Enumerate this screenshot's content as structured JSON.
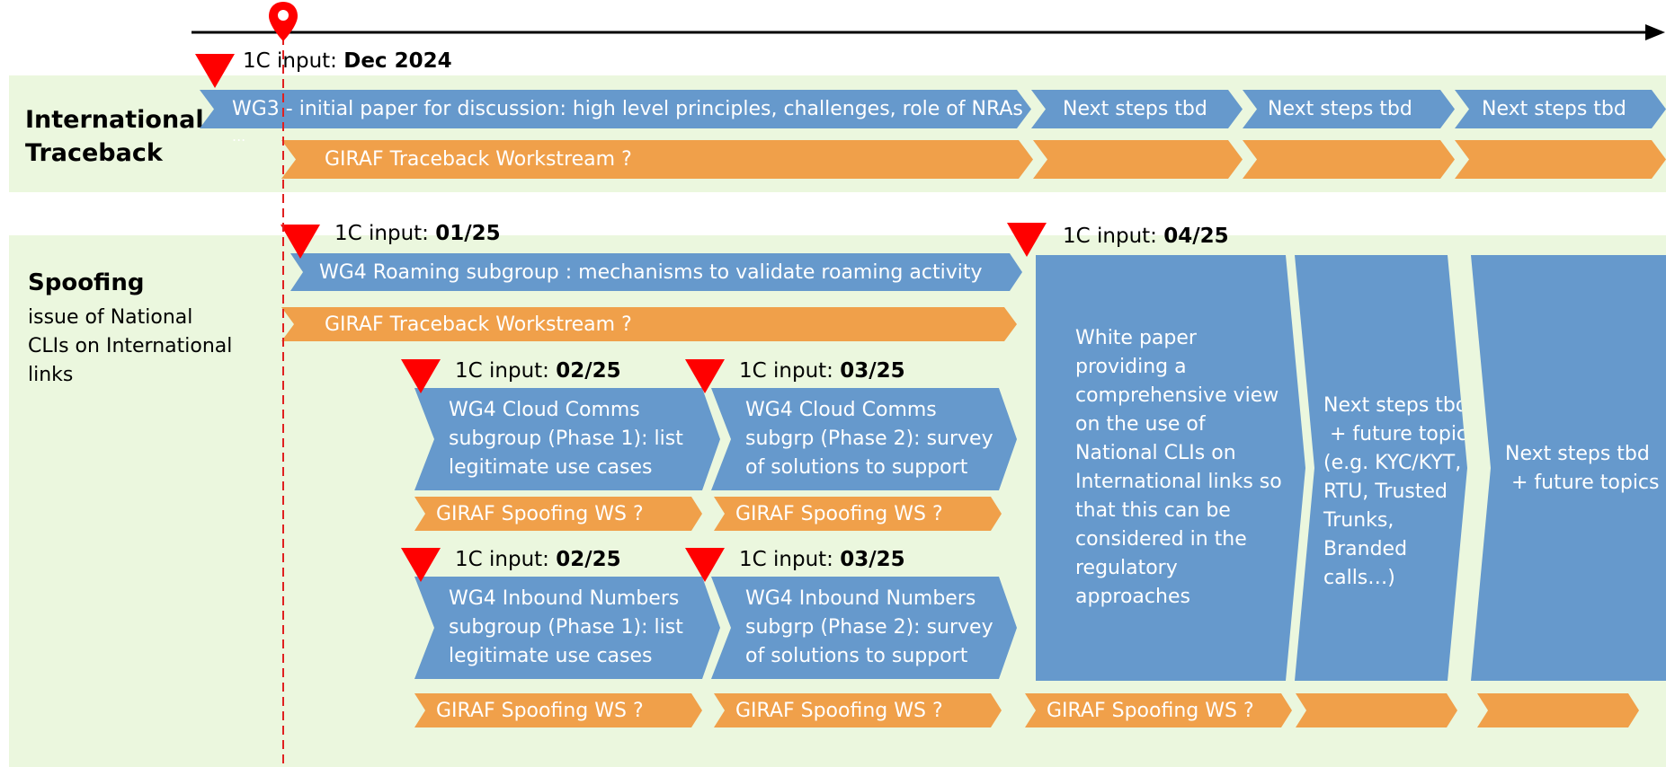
{
  "rows": {
    "traceback": {
      "title_line1": "International",
      "title_line2": "Traceback",
      "ellipsis": "..."
    },
    "spoofing": {
      "title": "Spoofing",
      "sub1": "issue of National",
      "sub2": "CLIs on International",
      "sub3": "links"
    }
  },
  "inputs": {
    "prefix": "1C input:",
    "dec2024": "Dec 2024",
    "m0125": "01/25",
    "m0425": "04/25",
    "cloud_p1": "02/25",
    "cloud_p2": "03/25",
    "inb_p1": "02/25",
    "inb_p2": "03/25"
  },
  "traceback": {
    "wg3": "WG3 - initial paper for discussion: high level principles, challenges, role of NRAs",
    "next1": "Next steps tbd",
    "next2": "Next steps tbd",
    "next3": "Next steps tbd",
    "giraf": "GIRAF Traceback Workstream ?"
  },
  "spoofing": {
    "roaming": "WG4 Roaming subgroup :  mechanisms to validate roaming activity",
    "giraf_tb": "GIRAF Traceback Workstream ?",
    "cloud1": [
      "WG4 Cloud Comms",
      "subgroup (Phase 1): list",
      "legitimate use cases"
    ],
    "cloud2": [
      "WG4 Cloud Comms",
      "subgrp (Phase 2): survey",
      "of solutions to support"
    ],
    "inb1": [
      "WG4 Inbound Numbers",
      "subgroup (Phase 1): list",
      "legitimate use cases"
    ],
    "inb2": [
      "WG4 Inbound Numbers",
      "subgrp (Phase 2): survey",
      "of solutions to support"
    ],
    "giraf_ws": "GIRAF Spoofing WS ?",
    "white_paper": [
      "White paper",
      "providing a",
      "comprehensive view",
      "on the use of",
      "National CLIs on",
      "International links so",
      "that this can be",
      "considered in the",
      "regulatory",
      "approaches"
    ],
    "next_a": [
      "Next steps  tbd",
      " + future topics",
      "(e.g. KYC/KYT,",
      "RTU, Trusted",
      "Trunks,  Branded",
      "calls…)"
    ],
    "next_b": [
      "Next steps  tbd",
      " + future topics"
    ]
  },
  "colors": {
    "panel": "#EBF7DE",
    "blue": "#6699CC",
    "orange": "#F0A04A",
    "marker": "#FF0000"
  }
}
